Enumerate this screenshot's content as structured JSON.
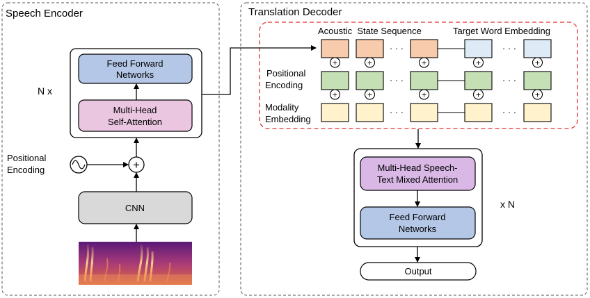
{
  "encoder": {
    "title": "Speech Encoder",
    "repeat_label": "N x",
    "ffn_label_1": "Feed Forward",
    "ffn_label_2": "Networks",
    "mhsa_label_1": "Multi-Head",
    "mhsa_label_2": "Self-Attention",
    "pos_enc_label_1": "Positional",
    "pos_enc_label_2": "Encoding",
    "cnn_label": "CNN"
  },
  "decoder": {
    "title": "Translation Decoder",
    "repeat_label": "x N",
    "acoustic_label": "Acoustic  State Sequence",
    "target_label": "Target Word Embedding",
    "pos_enc_label_1": "Positional",
    "pos_enc_label_2": "Encoding",
    "modality_label_1": "Modality",
    "modality_label_2": "Embedding",
    "mixed_attention_label_1": "Multi-Head Speech-",
    "mixed_attention_label_2": "Text Mixed Attention",
    "ffn_label_1": "Feed Forward",
    "ffn_label_2": "Networks",
    "output_label": "Output",
    "ellipsis": "· · ·"
  },
  "colors": {
    "ffn": "#b4c7e7",
    "mhsa": "#ebc6e0",
    "cnn": "#d9d9d9",
    "acoustic": "#f8cbad",
    "target": "#deebf7",
    "positional": "#c5e0b4",
    "modality": "#fff2cc",
    "mixed_attention": "#d9b8e6",
    "dashed_red": "#e03030"
  }
}
